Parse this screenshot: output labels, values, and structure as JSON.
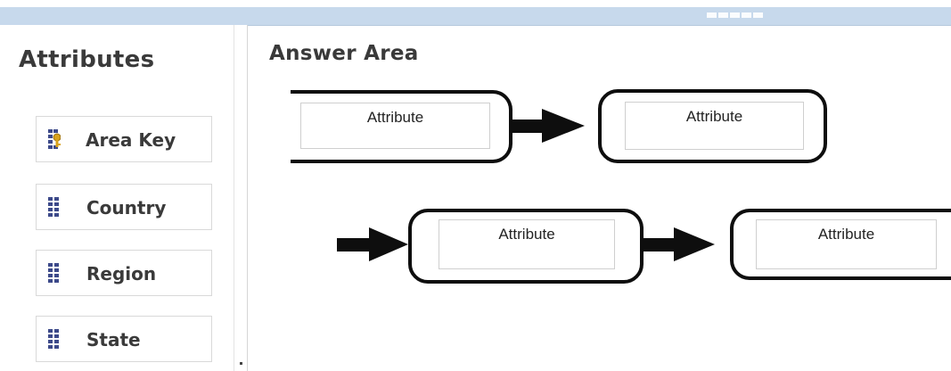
{
  "left_panel": {
    "title": "Attributes",
    "items": [
      {
        "label": "Area Key",
        "icon": "key-attribute-icon"
      },
      {
        "label": "Country",
        "icon": "attribute-grid-icon"
      },
      {
        "label": "Region",
        "icon": "attribute-grid-icon"
      },
      {
        "label": "State",
        "icon": "attribute-grid-icon"
      }
    ]
  },
  "answer_area": {
    "title": "Answer Area",
    "slots": [
      {
        "label": "Attribute"
      },
      {
        "label": "Attribute"
      },
      {
        "label": "Attribute"
      },
      {
        "label": "Attribute"
      }
    ]
  },
  "colors": {
    "top_bar": "#c7d9ec",
    "text": "#3a3a3a",
    "slot_border": "#0e0e0e",
    "icon_blue": "#3d4a8a",
    "icon_key_gold": "#d8a21b"
  }
}
